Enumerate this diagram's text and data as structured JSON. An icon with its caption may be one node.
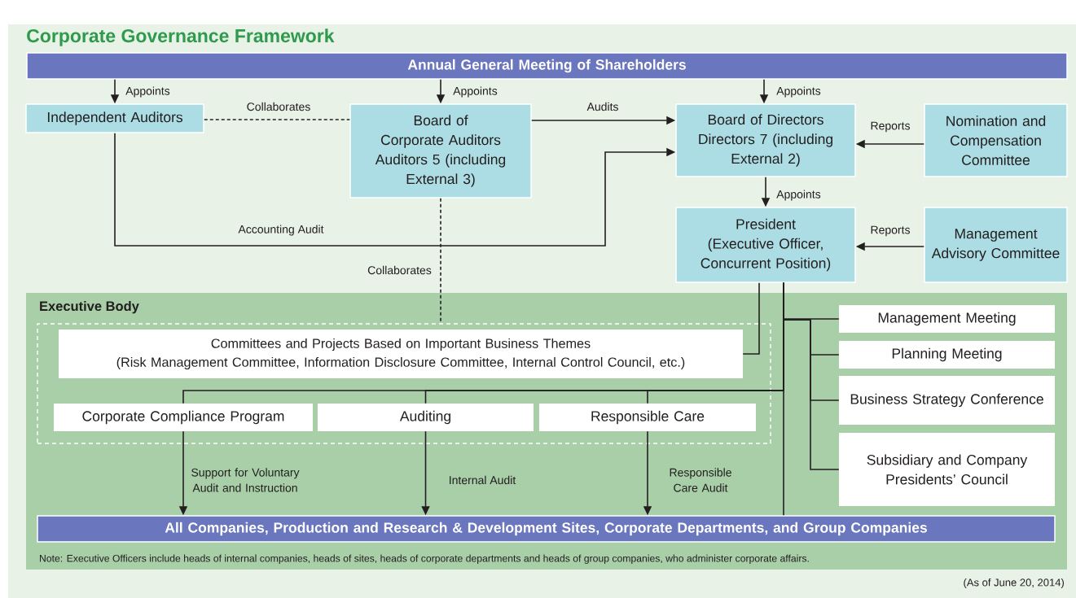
{
  "diagram": {
    "title": "Corporate Governance Framework",
    "nodes": [
      {
        "text": [
          "Annual General Meeting of Shareholders"
        ]
      },
      {
        "text": [
          "Independent Auditors"
        ]
      },
      {
        "text": [
          "Board of Corporate Auditors",
          "Auditors 5 (including External 3)"
        ]
      },
      {
        "text": [
          "Board of Directors",
          "Directors 7 (including External 2)"
        ]
      },
      {
        "text": [
          "Nomination and Compensation Committee"
        ]
      },
      {
        "text": [
          "President",
          "(Executive Officer, Concurrent Position)"
        ]
      },
      {
        "text": [
          "Management Advisory Committee"
        ]
      },
      {
        "text": [
          "Executive Body",
          "Note: Executive Officers include heads of internal companies, heads of sites, heads of corporate departments and heads of group companies, who administer corporate affairs."
        ]
      },
      {
        "text": [],
        "shape": "box",
        "in": 7
      },
      {
        "text": [
          "Committees and Projects Based on Important Business Themes",
          "(Risk Management Committee, Information Disclosure Committee, Internal Control Council, etc.)"
        ],
        "in": 8
      },
      {
        "text": [
          "Corporate Compliance Program"
        ],
        "in": 8
      },
      {
        "text": [
          "Auditing"
        ],
        "in": 8
      },
      {
        "text": [
          "Responsible Care"
        ],
        "in": 8
      },
      {
        "text": [
          "Management Meeting"
        ],
        "in": 7
      },
      {
        "text": [
          "Planning Meeting"
        ],
        "in": 7
      },
      {
        "text": [
          "Business Strategy Conference"
        ],
        "in": 7
      },
      {
        "text": [
          "Subsidiary and Company Presidents’ Council"
        ],
        "in": 7
      },
      {
        "text": [
          "All Companies, Production and Research & Development Sites, Corporate Departments, and Group Companies"
        ],
        "in": 7
      }
    ],
    "edges": [
      {
        "from": 0,
        "to": 1,
        "arrow": "to",
        "label": "Appoints"
      },
      {
        "from": 0,
        "to": 2,
        "arrow": "to",
        "label": "Appoints"
      },
      {
        "from": 0,
        "to": 3,
        "arrow": "to",
        "label": "Appoints"
      },
      {
        "from": 1,
        "to": 2,
        "arrow": "none",
        "style": "dashed",
        "label": "Collaborates"
      },
      {
        "from": 2,
        "to": 3,
        "arrow": "to",
        "label": "Audits"
      },
      {
        "from": 1,
        "to": 3,
        "arrow": "to",
        "label": "Accounting Audit"
      },
      {
        "from": 4,
        "to": 3,
        "arrow": "to",
        "label": "Reports"
      },
      {
        "from": 3,
        "to": 5,
        "arrow": "to",
        "label": "Appoints"
      },
      {
        "from": 6,
        "to": 5,
        "arrow": "to",
        "label": "Reports"
      },
      {
        "from": 2,
        "to": 8,
        "arrow": "none",
        "style": "dashed",
        "label": "Collaborates"
      },
      {
        "from": 5,
        "to": 9,
        "arrow": "none"
      },
      {
        "from": 5,
        "to": 13,
        "arrow": "none"
      },
      {
        "from": 5,
        "to": 14,
        "arrow": "none"
      },
      {
        "from": 5,
        "to": 15,
        "arrow": "none"
      },
      {
        "from": 5,
        "to": 16,
        "arrow": "none"
      },
      {
        "from": 5,
        "to": 10,
        "arrow": "none"
      },
      {
        "from": 5,
        "to": 11,
        "arrow": "none"
      },
      {
        "from": 5,
        "to": 12,
        "arrow": "none"
      },
      {
        "from": 5,
        "to": 17,
        "arrow": "none"
      },
      {
        "from": 10,
        "to": 17,
        "arrow": "to",
        "label": "Support for Voluntary Audit and Instruction"
      },
      {
        "from": 11,
        "to": 17,
        "arrow": "to",
        "label": "Internal Audit"
      },
      {
        "from": 12,
        "to": 17,
        "arrow": "to",
        "label": "Responsible Care Audit"
      }
    ],
    "labels": [
      "(As of June 20, 2014)"
    ]
  }
}
